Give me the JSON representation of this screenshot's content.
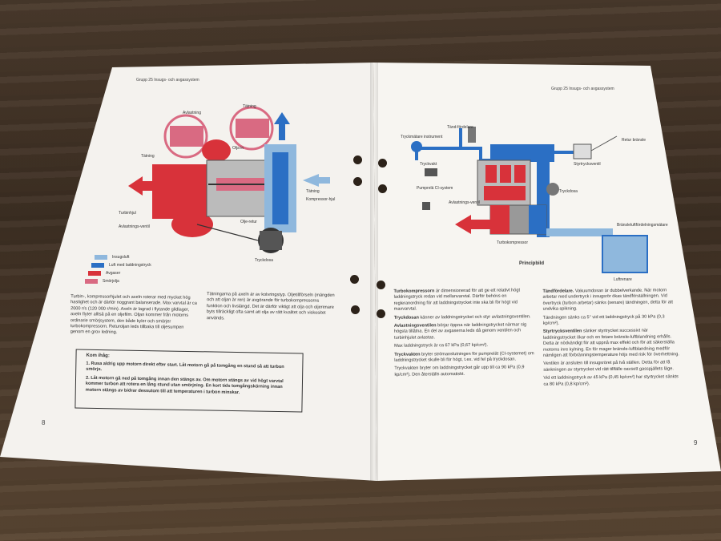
{
  "left_page": {
    "header": "Grupp 25 Insugs- och avgassystem",
    "diagram_labels": {
      "avlastning": "Avlastning",
      "tatning": "Tätning",
      "olja_in": "Olja in",
      "tatning2": "Tätning",
      "kompressorhjul": "Kompressor-hjul",
      "turbinhjul": "Turbinhjul",
      "avlastningsventil": "Avlastnings-ventil",
      "olja_retur": "Olje-retur",
      "tryckdosa": "Tryckdosa"
    },
    "legend": [
      {
        "label": "Insugsluft",
        "color": "#8fb8dd"
      },
      {
        "label": "Luft med laddningstryck",
        "color": "#2b6fc4"
      },
      {
        "label": "Avgaser",
        "color": "#d8323a"
      },
      {
        "label": "Smörjolja",
        "color": "#d96a82"
      }
    ],
    "col1": "Turbin-, kompressorhjulet och axeln roterar med mycket hög hastighet och är därtör noggrant balanserade. Max varvtal är ca 2000 r/s (120 000 r/min). Axeln är lagrad i flytande glidlager, axeln flyter alltså på en oljefilm. Oljan kommer från motorns ordinarie smörjsystem, den både kyler och smörjer turbokompressorn. Returoljan leds tillbaka till oljesumpen genom en grov ledning.",
    "col2": "Tätningarna på axeln är av kolvringstyp. Oljetillförseln (mängden och att oljan är ren) är avgörande för turbokompressorns funktion och livslängd. Det är därför viktigt att olja och oljerenare byts tillräckligt ofta samt att olja av rätt kvalitet och viskositet används.",
    "note_title": "Kom ihåg:",
    "note_items": [
      "1. Rusa aldrig upp motorn direkt efter start. Låt motorn gå på tomgång en stund så att turbon smörjs.",
      "2. Låt motorn gå ned på tomgång innan den stängs av. Om motorn stängs av vid högt varvtal kommer turbon att rotera en lång stund utan smörjning. En kort tids tomgångskörning innan motorn stängs av bidrar dessutom till att temperaturen i turbon minskar."
    ],
    "page_number": "8"
  },
  "right_page": {
    "header": "Grupp 25 Insugs- och avgassystem",
    "diagram_labels": {
      "tandfordelare": "Tänd-fördelare",
      "tryckmatare": "Tryckmätare instrument",
      "tryckvakt": "Tryckvakt",
      "pumprele": "Pumprelä CI-system",
      "avlastningsventil": "Avlastnings-ventil",
      "turbokompressor": "Turbokompressor",
      "styrtrycksventil": "Styrtrycksventil",
      "retur": "Retur bränsle",
      "tryckdosa": "Tryckdosa",
      "bransleluft": "Bränsleluftfördelningsmätare",
      "luftrenare": "Luftrenare",
      "caption": "Principbild"
    },
    "col1": [
      {
        "lead": "Turbokompressorn",
        "text": " är dimensionerad för att ge ett relativt högt laddningstryck redan vid mellanvarvtal. Därför behövs en regleranordning för att laddningstrycket inte ska bli för högt vid maxvarvtal."
      },
      {
        "lead": "Tryckdosan",
        "text": " känner av laddningstrycket och styr avlastningsventilen."
      },
      {
        "lead": "Avlastningsventilen",
        "text": " börjar öppna när laddningstrycket närmar sig högsta tillåtna. En del av avgaserna leds då genom ventilen och turbinhjulet avlastas."
      },
      {
        "lead": "",
        "text": "Max laddningstryck är ca 67 kPa (0,67 kp/cm²)."
      },
      {
        "lead": "Tryckvakten",
        "text": " bryter strömanslutningen för pumprelät (CI-systemet) om laddningstrycket skulle bli för högt, t.ex. vid fel på tryckdosan."
      },
      {
        "lead": "",
        "text": "Tryckvakten bryter om laddningstrycket går upp till ca 90 kPa (0,9 kp/cm²). Den återställs automatiskt."
      }
    ],
    "col2": [
      {
        "lead": "Tändfördelare.",
        "text": " Vakuumdosan är dubbelverkande. När motorn arbetar med undertryck i insugsrör ökas tändförställningen. Vid övertryck (turbon arbetar) sänks (senare) tändningen, detta för att undvika spikning."
      },
      {
        "lead": "",
        "text": "Tändningen sänks ca 5° vid ett laddningstryck på 30 kPa (0,3 kp/cm²)."
      },
      {
        "lead": "Styrtrycksventilen",
        "text": " sänker styrtrycket successivt när laddningstrycket ökar och en fetare bränsle-luftblandning erhålls. Detta är nödvändigt för att uppnå max effekt och för att säkerställa motorns inre kylning. En för mager bränsle-luftblandning medför nämligen att förbränningstemperature höjs med risk för överhettning."
      },
      {
        "lead": "",
        "text": "Ventilen är ansluten till insugsröret på två ställen. Detta för att få sänkningen av styrtrycket vid rätt tillfälle oavsett gasspjällets läge."
      },
      {
        "lead": "",
        "text": "Vid ett laddningstryck av 45 kPa (0,45 kp/cm²) har styrtrycket sänkts ca 80 kPa (0,8 kp/cm²)."
      }
    ],
    "page_number": "9"
  },
  "colors": {
    "red": "#d8323a",
    "blue": "#2b6fc4",
    "light_blue": "#8fb8dd",
    "pink": "#d96a82",
    "paper": "#f4f2ee",
    "wood": "#3d2f23"
  }
}
